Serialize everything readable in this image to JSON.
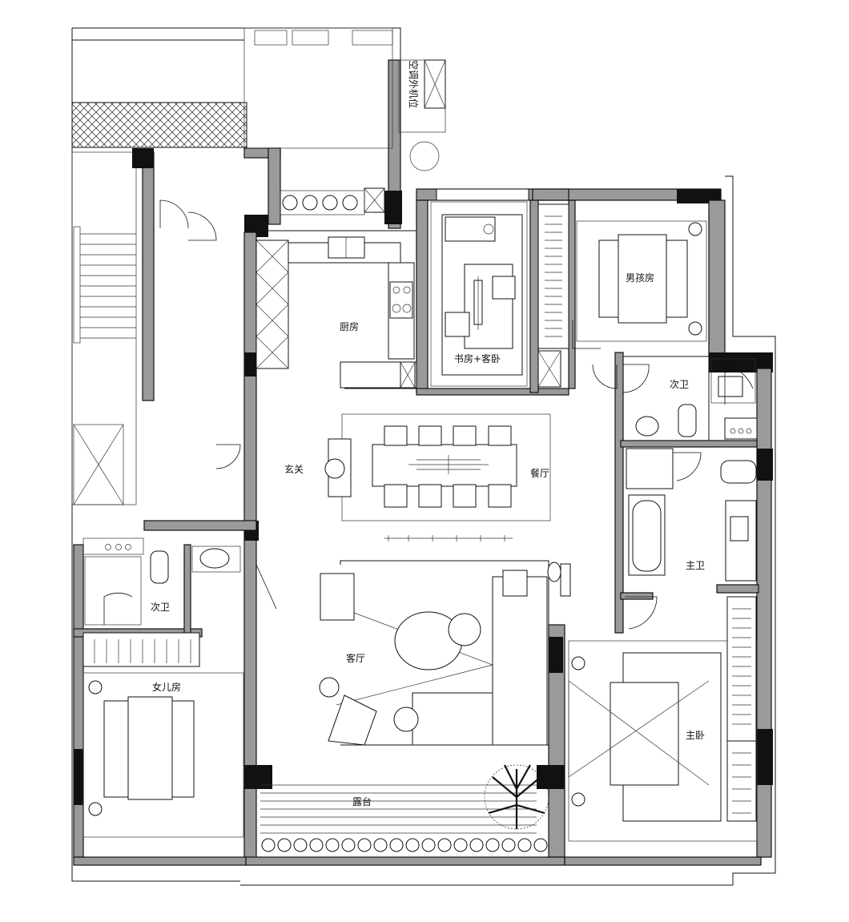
{
  "rooms": {
    "kitchen": "厨房",
    "study_guest": "书房+客卧",
    "boy_room": "男孩房",
    "bath_2_north": "次卫",
    "entrance": "玄关",
    "dining": "餐厅",
    "master_bath": "主卫",
    "bath_2_west": "次卫",
    "living": "客厅",
    "daughter_room": "女儿房",
    "master_bedroom": "主卧",
    "terrace": "露台"
  },
  "annotations": {
    "air_conditioner": "空调外机位"
  },
  "colors": {
    "wall_fill": "#9a9a9a",
    "line": "#111111",
    "background": "#ffffff"
  }
}
